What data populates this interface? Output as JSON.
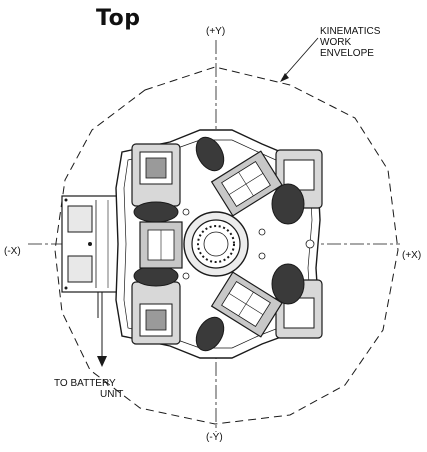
{
  "view": {
    "title": "Top"
  },
  "axes": {
    "plus_y": "(+Y)",
    "minus_y": "(-Y)",
    "plus_x": "(+X)",
    "minus_x": "(-X)"
  },
  "callouts": {
    "envelope": [
      "KINEMATICS",
      "WORK",
      "ENVELOPE"
    ],
    "battery": [
      "TO BATTERY",
      "UNIT"
    ]
  },
  "colors": {
    "ink": "#1a1a1a",
    "gray": "#9a9a9a",
    "dark": "#3a3a3a"
  }
}
